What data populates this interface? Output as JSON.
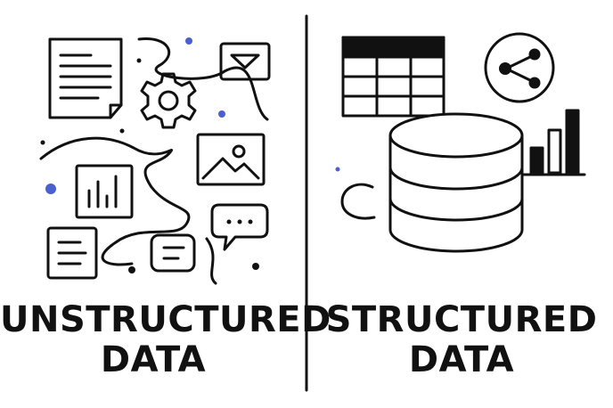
{
  "colors": {
    "ink": "#111111",
    "accent": "#4a5fd0",
    "background": "#ffffff"
  },
  "left": {
    "title_line1": "UNSTRUCTURED",
    "title_line2": "DATA",
    "icons": [
      "document-icon",
      "gear-icon",
      "email-icon",
      "image-icon",
      "bar-chart-icon",
      "notes-icon",
      "message-icon",
      "speech-bubble-icon"
    ]
  },
  "right": {
    "title_line1": "STRUCTURED",
    "title_line2": "DATA",
    "icons": [
      "table-icon",
      "share-icon",
      "database-icon",
      "bar-chart-icon"
    ]
  }
}
